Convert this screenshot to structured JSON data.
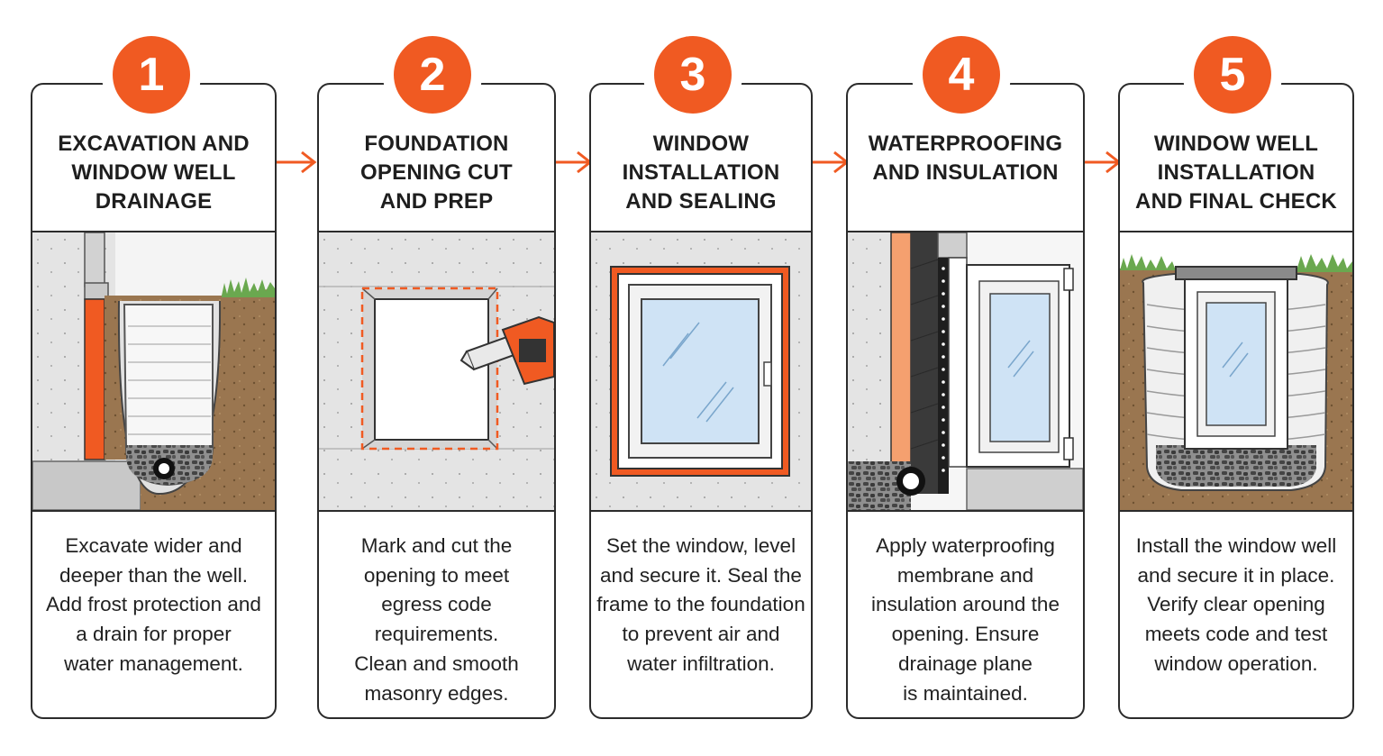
{
  "colors": {
    "accent": "#f05a22",
    "outline": "#2b2b2b",
    "concrete": "#e6e6e6",
    "soil": "#9a7650",
    "glass": "#cfe3f5",
    "grass": "#6aa84f"
  },
  "steps": [
    {
      "number": "1",
      "title": [
        "EXCAVATION AND",
        "WINDOW WELL",
        "DRAINAGE"
      ],
      "description": [
        "Excavate wider and",
        "deeper than the well.",
        "Add frost protection and",
        "a drain for proper",
        "water management."
      ]
    },
    {
      "number": "2",
      "title": [
        "FOUNDATION",
        "OPENING CUT",
        "AND PREP"
      ],
      "description": [
        "Mark and cut the",
        "opening to meet",
        "egress code",
        "requirements.",
        "Clean and smooth",
        "masonry edges."
      ]
    },
    {
      "number": "3",
      "title": [
        "WINDOW",
        "INSTALLATION",
        "AND SEALING"
      ],
      "description": [
        "Set the window, level",
        "and secure it. Seal the",
        "frame to the foundation",
        "to prevent air and",
        "water infiltration."
      ]
    },
    {
      "number": "4",
      "title": [
        "WATERPROOFING",
        "AND INSULATION"
      ],
      "description": [
        "Apply waterproofing",
        "membrane and",
        "insulation around the",
        "opening. Ensure",
        "drainage plane",
        "is maintained."
      ]
    },
    {
      "number": "5",
      "title": [
        "WINDOW WELL",
        "INSTALLATION",
        "AND FINAL CHECK"
      ],
      "description": [
        "Install the window well",
        "and secure it in place.",
        "Verify clear opening",
        "meets code and test",
        "window operation."
      ]
    }
  ]
}
